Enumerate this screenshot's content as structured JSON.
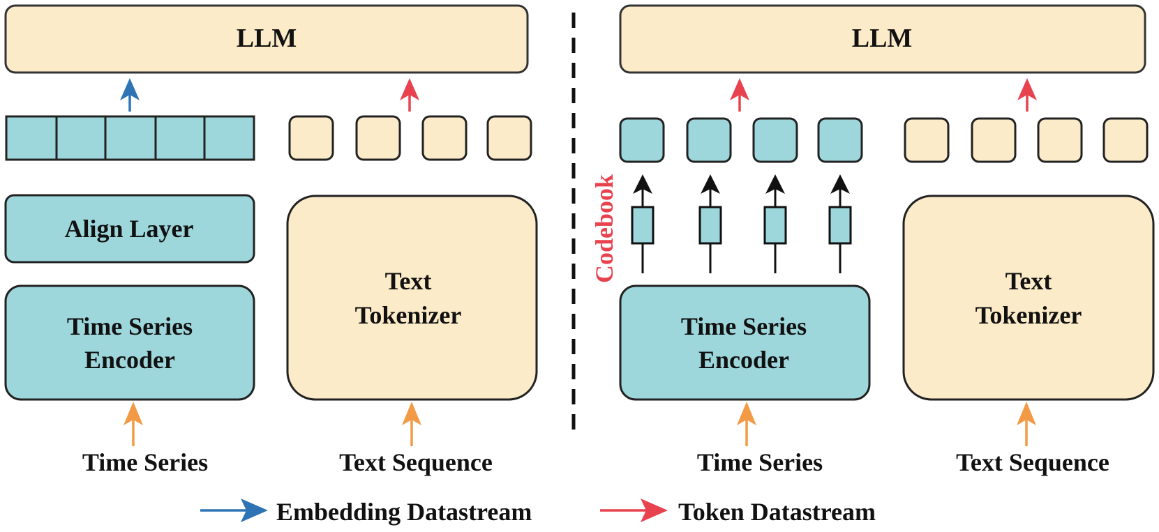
{
  "left_panel": {
    "llm_label": "LLM",
    "align_layer_label": "Align Layer",
    "encoder_label_line1": "Time Series",
    "encoder_label_line2": "Encoder",
    "tokenizer_label_line1": "Text",
    "tokenizer_label_line2": "Tokenizer",
    "input_time_series": "Time Series",
    "input_text_sequence": "Text Sequence"
  },
  "right_panel": {
    "llm_label": "LLM",
    "codebook_label": "Codebook",
    "encoder_label_line1": "Time Series",
    "encoder_label_line2": "Encoder",
    "tokenizer_label_line1": "Text",
    "tokenizer_label_line2": "Tokenizer",
    "input_time_series": "Time Series",
    "input_text_sequence": "Text Sequence"
  },
  "legend": {
    "embedding_label": "Embedding Datastream",
    "token_label": "Token Datastream"
  },
  "colors": {
    "teal": "#9DD7DC",
    "cream": "#FCEBC8",
    "embedding_arrow": "#2E74B5",
    "token_arrow": "#E8424F",
    "input_arrow": "#F29A45",
    "codebook_text": "#E8424F"
  }
}
